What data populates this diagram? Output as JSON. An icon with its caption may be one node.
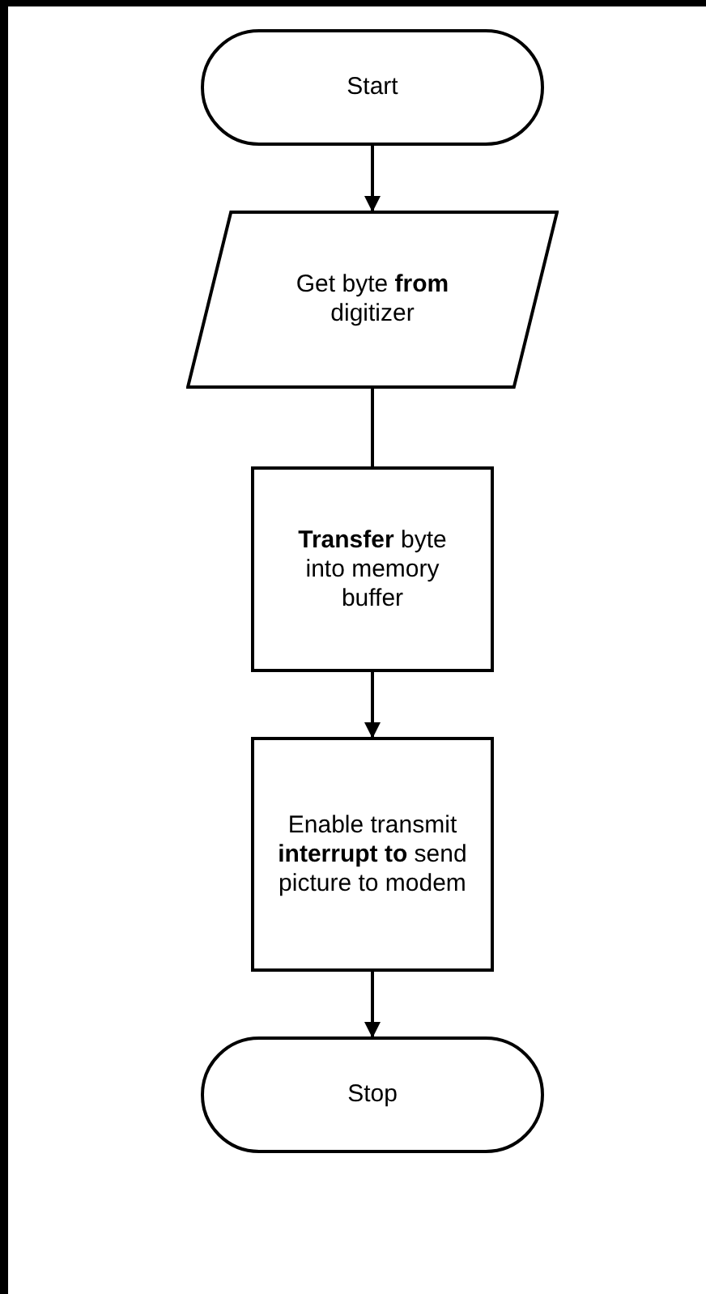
{
  "diagram": {
    "nodes": [
      {
        "text": [
          "Start"
        ]
      },
      {
        "text": [
          "Get byte **from** digitizer"
        ]
      },
      {
        "text": [
          "**Transfer** byte into memory buffer"
        ]
      },
      {
        "text": [
          "Enable transmit **interrupt to** send picture to modem"
        ]
      },
      {
        "text": [
          "Stop"
        ]
      }
    ],
    "edges": [
      {
        "from": 0,
        "to": 1,
        "arrow": "to"
      },
      {
        "from": 1,
        "to": 2,
        "arrow": "none"
      },
      {
        "from": 2,
        "to": 3,
        "arrow": "to"
      },
      {
        "from": 3,
        "to": 4,
        "arrow": "to"
      }
    ]
  }
}
